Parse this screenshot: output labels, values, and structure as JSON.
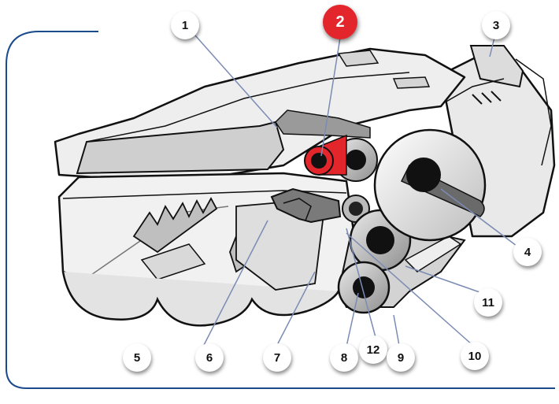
{
  "colors": {
    "frame": "#1a4a8c",
    "leader": "#7b8bb3",
    "highlight": "#e3262b",
    "outline": "#111111",
    "shade_light": "#f2f2f2",
    "shade_mid": "#c9c9c9",
    "shade_dark": "#8a8a8a"
  },
  "callouts": [
    {
      "id": "c1",
      "label": "1",
      "highlight": false
    },
    {
      "id": "c2",
      "label": "2",
      "highlight": true
    },
    {
      "id": "c3",
      "label": "3",
      "highlight": false
    },
    {
      "id": "c4",
      "label": "4",
      "highlight": false
    },
    {
      "id": "c5",
      "label": "5",
      "highlight": false
    },
    {
      "id": "c6",
      "label": "6",
      "highlight": false
    },
    {
      "id": "c7",
      "label": "7",
      "highlight": false
    },
    {
      "id": "c8",
      "label": "8",
      "highlight": false
    },
    {
      "id": "c12",
      "label": "12",
      "highlight": false
    },
    {
      "id": "c9",
      "label": "9",
      "highlight": false
    },
    {
      "id": "c10",
      "label": "10",
      "highlight": false
    },
    {
      "id": "c11",
      "label": "11",
      "highlight": false
    }
  ]
}
